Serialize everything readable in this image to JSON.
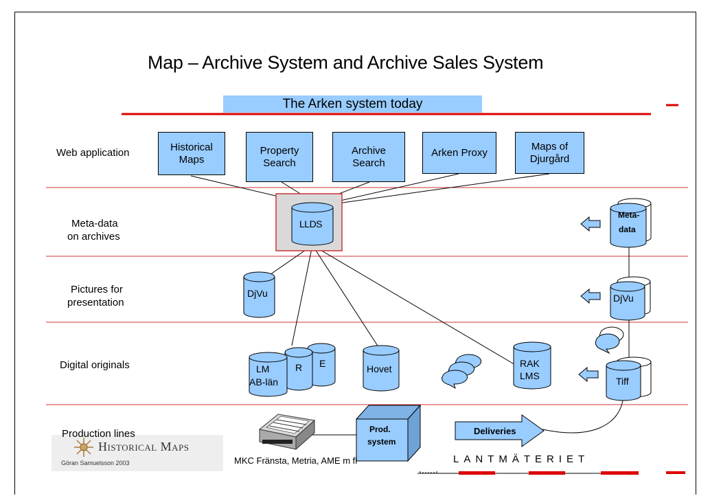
{
  "title": "Map – Archive System and Archive Sales System",
  "subtitle": "The Arken system today",
  "layers": {
    "web": "Web application",
    "meta_1": "Meta-data",
    "meta_2": "on archives",
    "pictures_1": "Pictures for",
    "pictures_2": "presentation",
    "digital": "Digital originals",
    "production": "Production lines"
  },
  "web_apps": [
    {
      "line1": "Historical",
      "line2": "Maps"
    },
    {
      "line1": "Property",
      "line2": "Search"
    },
    {
      "line1": "Archive",
      "line2": "Search"
    },
    {
      "line1": "Arken Proxy",
      "line2": ""
    },
    {
      "line1": "Maps of",
      "line2": "Djurgård"
    }
  ],
  "databases": {
    "llds": "LLDS",
    "djvu_left": "DjVu",
    "lm_1": "LM",
    "lm_2": "AB-län",
    "r": "R",
    "e": "E",
    "hovet": "Hovet",
    "rak_1": "RAK",
    "rak_2": "LMS",
    "meta_1": "Meta-",
    "meta_2": "data",
    "djvu_right": "DjVu",
    "tiff": "Tiff"
  },
  "prod_system_1": "Prod.",
  "prod_system_2": "system",
  "deliveries": "Deliveries",
  "suppliers": "MKC Fränsta, Metria, AME m fl",
  "logo_text": "Historical Maps",
  "author": "Göran Samuelsson 2003",
  "brand": "LANTMÄTERIET",
  "colors": {
    "fill": "#99ccff",
    "separator": "#cc3333",
    "accent_red": "#dd0000",
    "llds_box": "#d9d9d9"
  }
}
